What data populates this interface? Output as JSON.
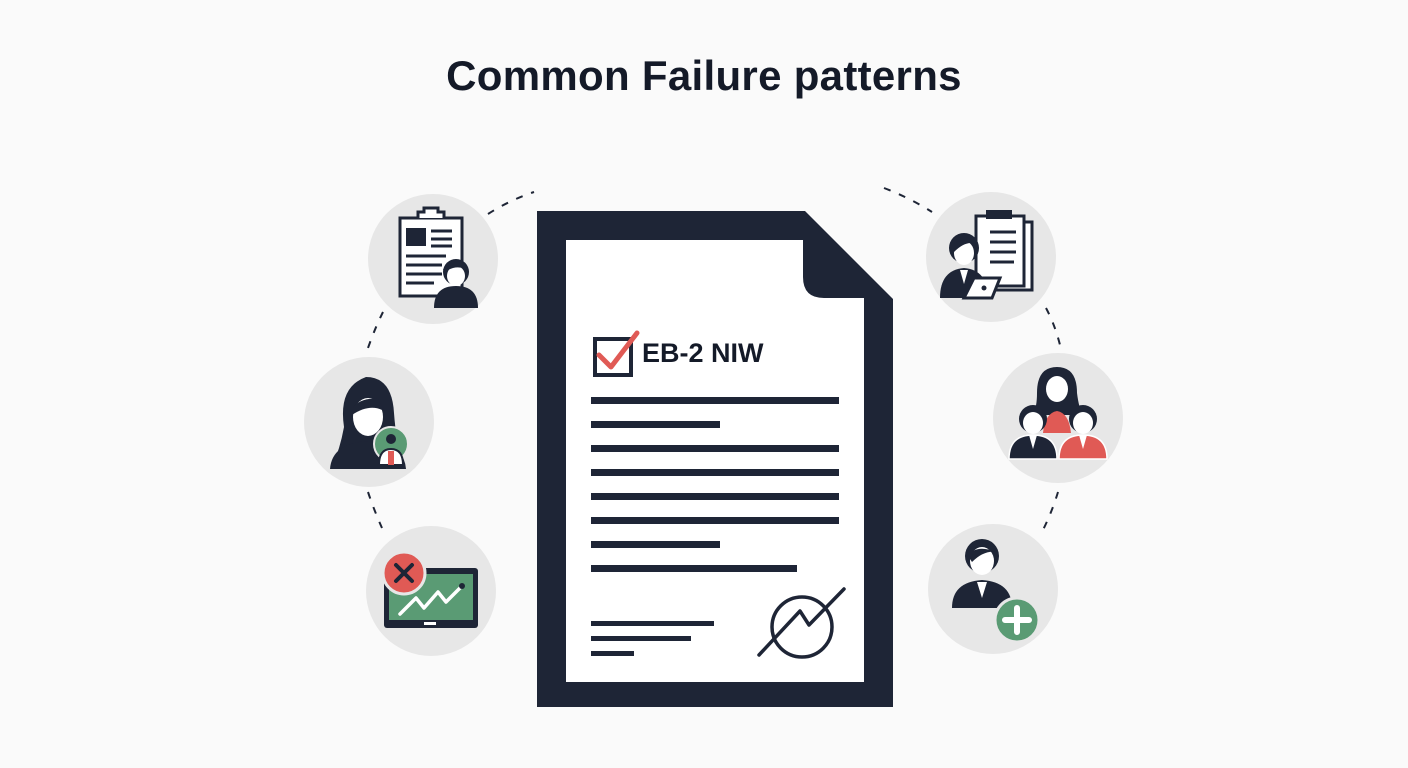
{
  "title": "Common Failure patterns",
  "document": {
    "label": "EB-2 NIW",
    "checkbox_state": "checked",
    "seal_icon": "trend-crossed-seal-icon"
  },
  "colors": {
    "navy": "#1e2536",
    "red": "#e05a55",
    "green": "#5a9b74",
    "circle_bg": "#e7e7e7",
    "background": "#fafafa"
  },
  "nodes": [
    {
      "position": "left-top",
      "icon": "clipboard-resume-person-icon"
    },
    {
      "position": "left-middle",
      "icon": "woman-with-advisor-icon"
    },
    {
      "position": "left-bottom",
      "icon": "monitor-chart-rejected-icon"
    },
    {
      "position": "right-top",
      "icon": "professional-with-laptop-documents-icon"
    },
    {
      "position": "right-middle",
      "icon": "team-group-icon"
    },
    {
      "position": "right-bottom",
      "icon": "person-add-icon"
    }
  ]
}
